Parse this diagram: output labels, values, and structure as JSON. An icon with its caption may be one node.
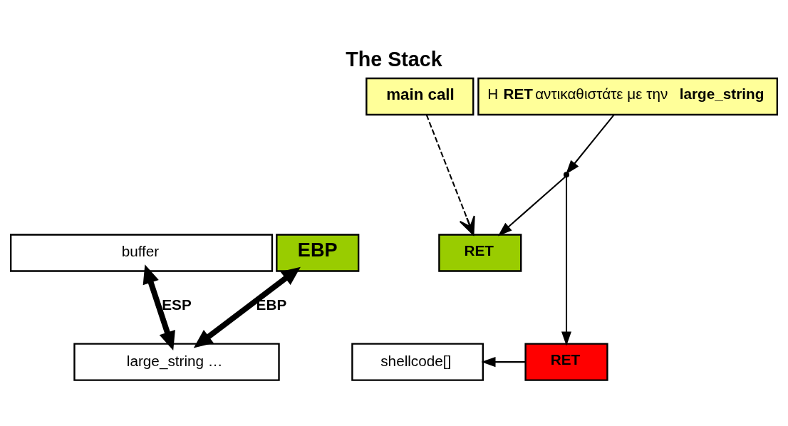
{
  "diagram": {
    "title": "The Stack",
    "nodes": [
      {
        "text": [
          "buffer"
        ]
      },
      {
        "text": [
          "EBP"
        ]
      },
      {
        "text": [
          "RET"
        ]
      },
      {
        "text": [
          "main call"
        ]
      },
      {
        "text": [
          "Η **RET** αντικαθιστάτε με την **large_string**"
        ]
      },
      {
        "text": [
          "shellcode[]"
        ]
      },
      {
        "text": [
          "large_string …"
        ]
      },
      {
        "text": [
          "RET"
        ]
      },
      {
        "text": [],
        "shape": "point"
      }
    ],
    "edges": [
      {
        "from": 3,
        "to": 2,
        "arrow": "to",
        "style": "dashed"
      },
      {
        "from": 0,
        "to": 6,
        "arrow": "both",
        "label": "ESP",
        "style": "thick"
      },
      {
        "from": 1,
        "to": 6,
        "arrow": "both",
        "label": "EBP",
        "style": "thick"
      },
      {
        "from": 4,
        "to": 8,
        "arrow": "to"
      },
      {
        "from": 8,
        "to": 2,
        "arrow": "to"
      },
      {
        "from": 8,
        "to": 7,
        "arrow": "to"
      },
      {
        "from": 7,
        "to": 5,
        "arrow": "to"
      }
    ]
  }
}
